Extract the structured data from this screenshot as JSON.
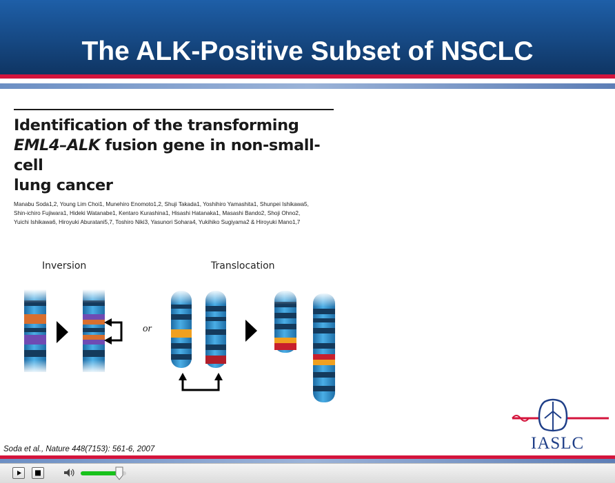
{
  "slide": {
    "title": "The ALK-Positive Subset of NSCLC",
    "paper": {
      "title_part1": "Identification of the transforming",
      "title_gene": "EML4–ALK",
      "title_part2": " fusion gene in non-small-cell",
      "title_part3": "lung cancer",
      "authors_line1": "Manabu Soda1,2, Young Lim Choi1, Munehiro Enomoto1,2, Shuji Takada1, Yoshihiro Yamashita1, Shunpei Ishikawa5,",
      "authors_line2": "Shin-ichiro Fujiwara1, Hideki Watanabe1, Kentaro Kurashina1, Hisashi Hatanaka1, Masashi Bando2, Shoji Ohno2,",
      "authors_line3": "Yuichi Ishikawa6, Hiroyuki Aburatani5,7, Toshiro Niki3, Yasunori Sohara4, Yukihiko Sugiyama2 & Hiroyuki Mano1,7"
    },
    "diagram": {
      "inversion_label": "Inversion",
      "translocation_label": "Translocation",
      "or_label": "or"
    },
    "citation": "Soda et al., Nature 448(7153): 561-6, 2007",
    "logo_text": "IASLC",
    "colors": {
      "header_blue": "#15467f",
      "accent_red": "#d4143c",
      "chromosome_blue": "#3a9bd8"
    }
  },
  "player": {
    "play_icon": "play-icon",
    "stop_icon": "stop-icon",
    "volume_icon": "speaker-icon",
    "volume_level": 0.85
  }
}
